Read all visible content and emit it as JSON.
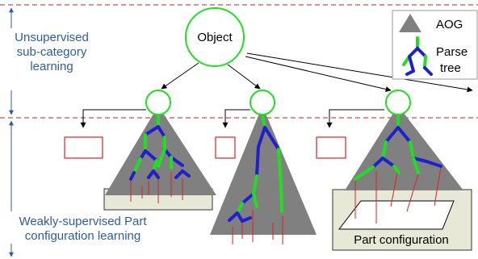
{
  "labels": {
    "top": [
      "Unsupervised",
      "sub-category",
      "learning"
    ],
    "bottom": [
      "Weakly-supervised Part",
      "configuration learning"
    ]
  },
  "nodes": {
    "root": "Object"
  },
  "legend": {
    "aog": "AOG",
    "parse_tree": [
      "Parse",
      "tree"
    ]
  },
  "annotations": {
    "part_configuration": "Part configuration"
  },
  "colors": {
    "label_text": "#2e5d9e",
    "guide_dashed": "#c0504d",
    "node_stroke": "#22dd22",
    "tree_blue": "#1f1fd0",
    "tree_green": "#22dd22",
    "triangle_fill": "#808080",
    "box_red": "#dd2222",
    "panel_fill": "#e8e8d6"
  }
}
